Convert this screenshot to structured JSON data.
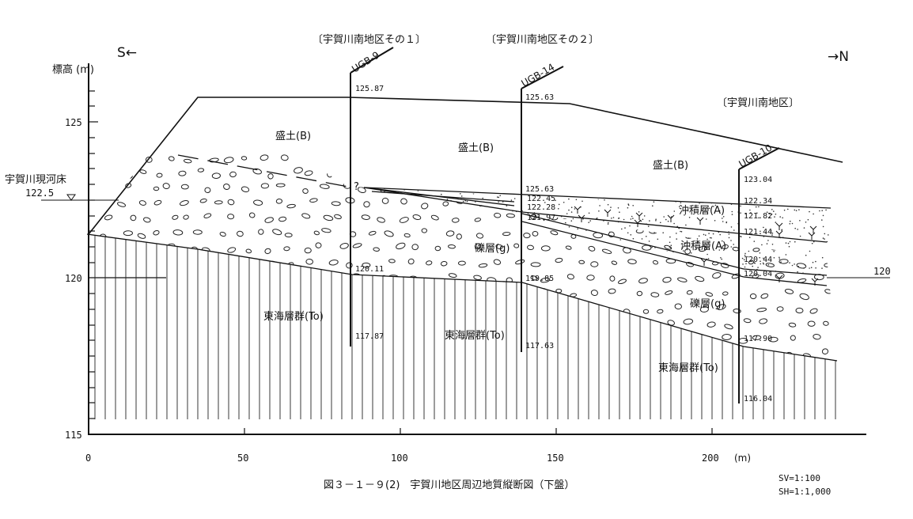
{
  "direction": {
    "south": "S←",
    "north": "→N"
  },
  "y_axis_label": "標高 (m)",
  "y_ticks": [
    "125",
    "120",
    "115"
  ],
  "x_ticks": [
    "0",
    "50",
    "100",
    "150",
    "200"
  ],
  "x_unit": "(m)",
  "river_bed": {
    "label": "宇賀川現河床",
    "elevation": "122.5"
  },
  "elevation_120_right": "120",
  "districts": [
    "〔宇賀川南地区その１〕",
    "〔宇賀川南地区その２〕",
    "〔宇賀川南地区〕"
  ],
  "boreholes": [
    {
      "name": "UGB-9",
      "top": "125.87",
      "levels": [
        "120.11"
      ],
      "bottom": "117.87"
    },
    {
      "name": "UGB-14",
      "top": "125.63",
      "levels": [
        "125.63",
        "122.45",
        "122.28",
        "121.97",
        "119.85"
      ],
      "bottom": "117.63"
    },
    {
      "name": "UGB-10",
      "top": "123.04",
      "levels": [
        "122.34",
        "121.82",
        "121.44",
        "120.44",
        "120.04",
        "117.90"
      ],
      "bottom": "116.04"
    }
  ],
  "layers": {
    "fill": "盛土(B)",
    "alluvium": "沖積層(A)",
    "gravel": "礫層(g)",
    "tokai": "東海層群(To)"
  },
  "unknown_mark": "?",
  "caption": "図３－１－９(2)　宇賀川地区周辺地質縦断図（下盤）",
  "scale": {
    "vertical": "SV=1:100",
    "horizontal": "SH=1:1,000"
  }
}
